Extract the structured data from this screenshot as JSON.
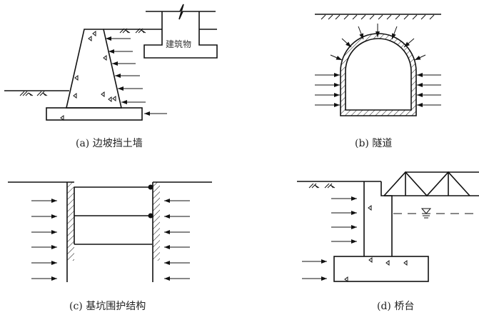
{
  "figure": {
    "panels": [
      {
        "id": "a",
        "caption": "(a) 边坡挡土墙",
        "building_label": "建筑物"
      },
      {
        "id": "b",
        "caption": "(b) 隧道"
      },
      {
        "id": "c",
        "caption": "(c) 基坑围护结构"
      },
      {
        "id": "d",
        "caption": "(d) 桥台"
      }
    ]
  }
}
